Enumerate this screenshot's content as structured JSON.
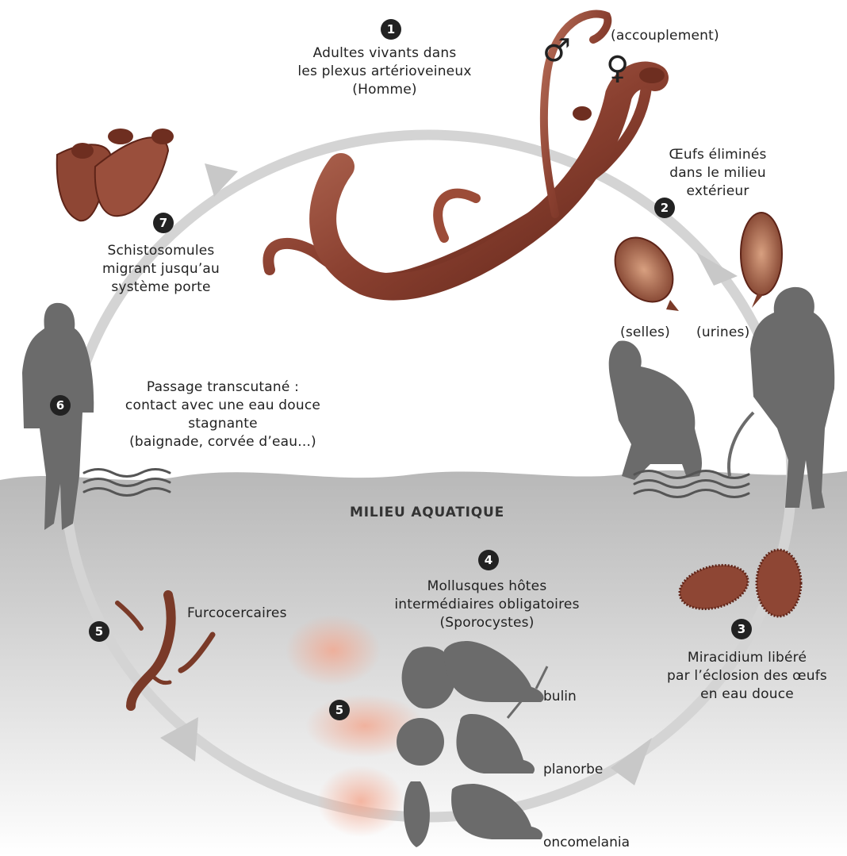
{
  "milieu_label": "MILIEU AQUATIQUE",
  "steps": [
    {
      "num": "1",
      "text": "Adultes vivants dans\nles plexus artérioveineux\n(Homme)"
    },
    {
      "num": "2",
      "text": "Œufs éliminés\ndans le milieu\nextérieur"
    },
    {
      "num": "3",
      "text": "Miracidium libéré\npar l’éclosion des œufs\nen eau douce"
    },
    {
      "num": "4",
      "text": "Mollusques hôtes\nintermédiaires obligatoires\n(Sporocystes)"
    },
    {
      "num": "5",
      "text": "Furcocercaires"
    },
    {
      "num": "5",
      "text": ""
    },
    {
      "num": "6",
      "text": "Passage transcutané :\ncontact avec une eau douce\nstagnante\n(baignade, corvée d’eau...)"
    },
    {
      "num": "7",
      "text": "Schistosomules\nmigrant jusqu’au\nsystème porte"
    }
  ],
  "annotations": {
    "mating": "(accouplement)",
    "male_symbol": "♂",
    "female_symbol": "♀",
    "stool": "(selles)",
    "urine": "(urines)"
  },
  "snails": [
    "bulin",
    "planorbe",
    "oncomelania"
  ],
  "colors": {
    "worm": "#8a4030",
    "silhouette": "#6b6b6b",
    "cycle_arrow": "#d6d6d6",
    "water": "#bdbdbd"
  }
}
